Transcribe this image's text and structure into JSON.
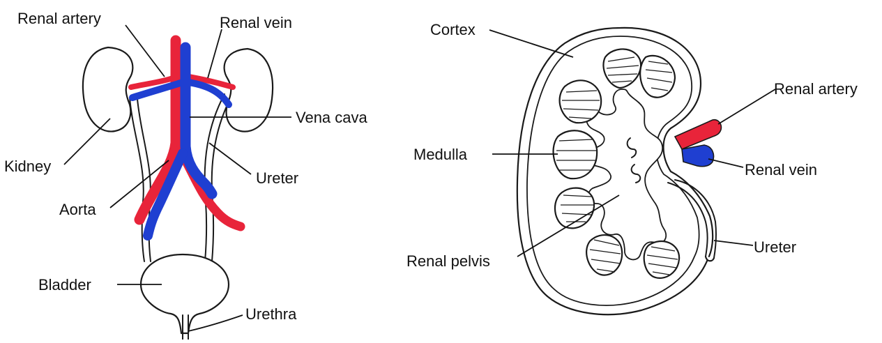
{
  "colors": {
    "artery": "#e8243a",
    "vein": "#1f3fd1",
    "outline": "#1a1a1a"
  },
  "left_diagram": {
    "labels": {
      "renal_artery": "Renal artery",
      "renal_vein": "Renal vein",
      "vena_cava": "Vena cava",
      "kidney": "Kidney",
      "ureter": "Ureter",
      "aorta": "Aorta",
      "bladder": "Bladder",
      "urethra": "Urethra"
    }
  },
  "right_diagram": {
    "labels": {
      "cortex": "Cortex",
      "renal_artery": "Renal artery",
      "medulla": "Medulla",
      "renal_vein": "Renal vein",
      "renal_pelvis": "Renal pelvis",
      "ureter": "Ureter"
    }
  }
}
